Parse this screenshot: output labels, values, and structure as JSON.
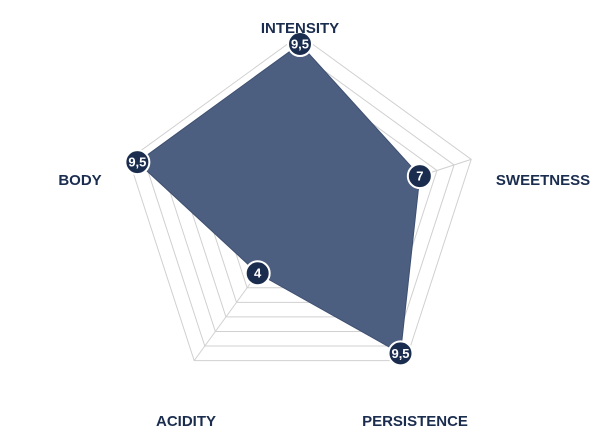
{
  "chart_data": {
    "type": "radar",
    "title": "",
    "axes": [
      "INTENSITY",
      "SWEETNESS",
      "PERSISTENCE",
      "ACIDITY",
      "BODY"
    ],
    "values": [
      9.5,
      7,
      9.5,
      4,
      9.5
    ],
    "value_labels": [
      "9,5",
      "7",
      "9,5",
      "4",
      "9,5"
    ],
    "range": [
      0,
      10
    ],
    "levels": 10,
    "grid": true,
    "legend": "none"
  },
  "colors": {
    "area_fill": "#4d5f80",
    "area_stroke": "#3e4f70",
    "marker_fill": "#1b2d4f",
    "marker_stroke": "#ffffff",
    "grid": "#d0d0d0",
    "label_text": "#1b2d4f"
  }
}
